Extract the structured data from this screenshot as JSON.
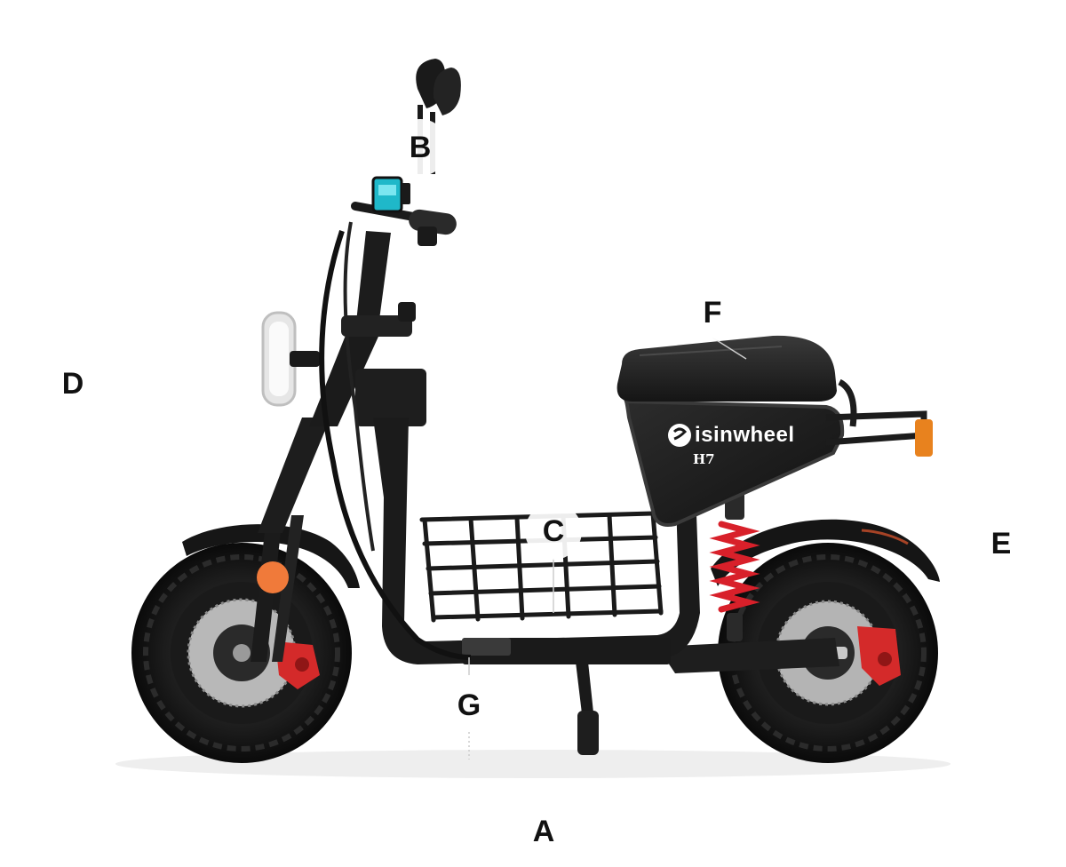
{
  "brand": {
    "name": "isinwheel",
    "model": "H7"
  },
  "labels": {
    "a": "A",
    "b": "B",
    "c": "C",
    "d": "D",
    "e": "E",
    "f": "F",
    "g": "G"
  },
  "colors": {
    "frame": "#1b1b1b",
    "tire": "#0f0f0f",
    "spring": "#d8202a",
    "caliper": "#d42a2a",
    "reflector": "#f07a3a",
    "display": "#1fb8c9",
    "tail_light": "#e8821e",
    "disc": "#9a9a9a"
  }
}
